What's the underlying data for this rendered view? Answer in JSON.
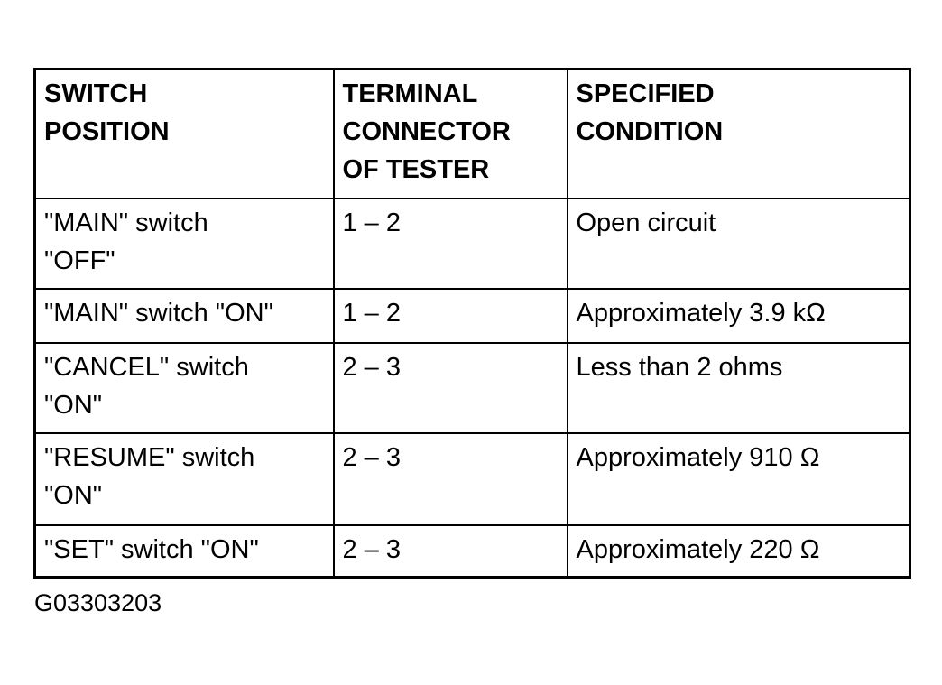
{
  "document": {
    "figure_id": "G03303203"
  },
  "table": {
    "colors": {
      "border": "#000000",
      "text": "#000000",
      "background": "#ffffff"
    },
    "headers": {
      "switch_position": "SWITCH\nPOSITION",
      "terminal_connector": "TERMINAL\nCONNECTOR\nOF TESTER",
      "specified_condition": "SPECIFIED\nCONDITION"
    },
    "rows": [
      {
        "switch_position": "\"MAIN\" switch\n\"OFF\"",
        "terminal_connector": "1 – 2",
        "specified_condition": "Open circuit"
      },
      {
        "switch_position": "\"MAIN\" switch \"ON\"",
        "terminal_connector": "1 – 2",
        "specified_condition": "Approximately 3.9 kΩ"
      },
      {
        "switch_position": "\"CANCEL\" switch\n\"ON\"",
        "terminal_connector": "2 – 3",
        "specified_condition": "Less than 2 ohms"
      },
      {
        "switch_position": "\"RESUME\" switch\n\"ON\"",
        "terminal_connector": "2 – 3",
        "specified_condition": "Approximately 910 Ω"
      },
      {
        "switch_position": "\"SET\" switch \"ON\"",
        "terminal_connector": "2 – 3",
        "specified_condition": "Approximately 220 Ω"
      }
    ]
  }
}
